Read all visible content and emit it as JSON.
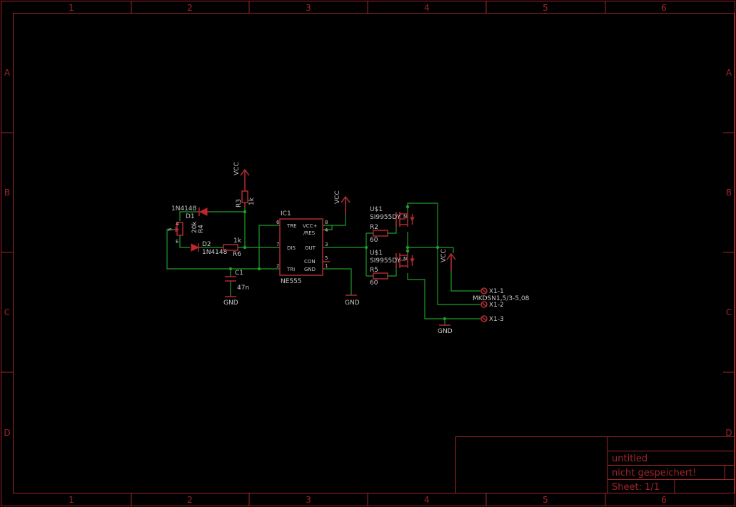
{
  "frame": {
    "columns": [
      "1",
      "2",
      "3",
      "4",
      "5",
      "6"
    ],
    "rows": [
      "A",
      "B",
      "C",
      "D"
    ]
  },
  "title_block": {
    "title": "untitled",
    "status": "nicht gespeichert!",
    "sheet": "Sheet: 1/1"
  },
  "parts": {
    "ic1": {
      "name": "IC1",
      "value": "NE555",
      "pins": {
        "tre": "TRE",
        "vcc": "VCC+",
        "res": "/RES",
        "dis": "DIS",
        "out": "OUT",
        "con": "CON",
        "tri": "TRI",
        "gnd": "GND"
      },
      "pin_numbers": {
        "p6": "6",
        "p8": "8",
        "p4": "4",
        "p7": "7",
        "p3": "3",
        "p5": "5",
        "p2": "2",
        "p1": "1"
      }
    },
    "r3": {
      "name": "R3",
      "value": "1k"
    },
    "r6": {
      "name": "R6",
      "value": "1k"
    },
    "r4": {
      "name": "R4",
      "value": "20k",
      "pin_a": "A",
      "pin_e": "E",
      "pin_s": "S"
    },
    "r2": {
      "name": "R2",
      "value": "60"
    },
    "r5": {
      "name": "R5",
      "value": "60"
    },
    "d1": {
      "name": "D1",
      "value": "1N4148"
    },
    "d2": {
      "name": "D2",
      "value": "1N4148"
    },
    "c1": {
      "name": "C1",
      "value": "47n"
    },
    "u1_top": {
      "name": "U$1",
      "value": "SI9955DY",
      "mark": "N"
    },
    "u1_bot": {
      "name": "U$1",
      "value": "SI9955DY",
      "mark": "N"
    },
    "x1": {
      "value": "MKDSN1,5/3-5,08",
      "pin1": "X1-1",
      "pin2": "X1-2",
      "pin3": "X1-3"
    }
  },
  "supplies": {
    "vcc_r3": "VCC",
    "vcc_ic": "VCC",
    "vcc_out": "VCC",
    "gnd_c1": "GND",
    "gnd_ic": "GND",
    "gnd_out": "GND"
  },
  "colors": {
    "background": "#000000",
    "frame": "#a0262b",
    "symbol": "#b02a30",
    "wire": "#1f9c2a",
    "text": "#c8c8c8"
  }
}
